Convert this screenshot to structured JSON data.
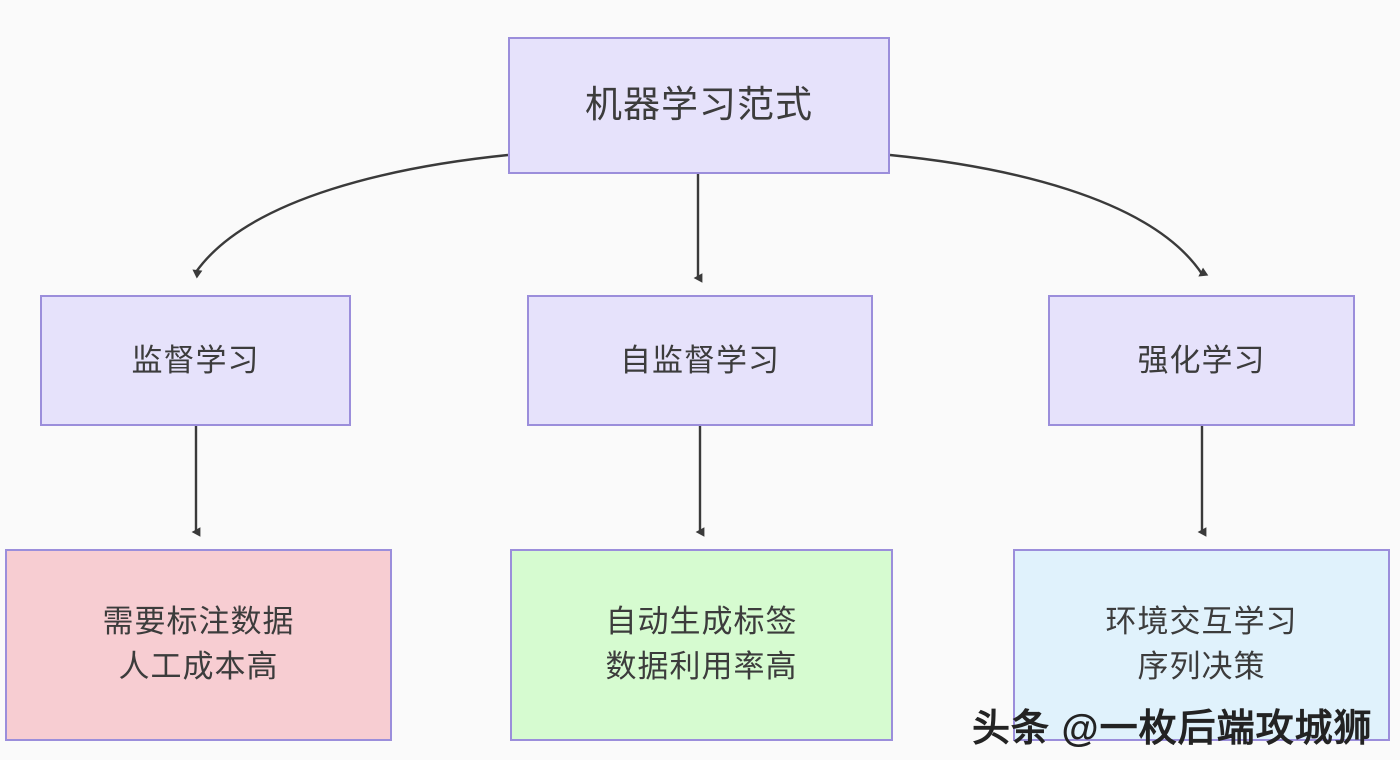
{
  "diagram": {
    "title": "机器学习范式",
    "background_color": "#fafafa",
    "node_border_color": "#9b8edb",
    "nodes": {
      "root": {
        "label": "机器学习范式",
        "fill": "#e6e2fb"
      },
      "tier2": [
        {
          "id": "supervised",
          "label": "监督学习",
          "fill": "#e6e2fb"
        },
        {
          "id": "self-supervised",
          "label": "自监督学习",
          "fill": "#e6e2fb"
        },
        {
          "id": "reinforcement",
          "label": "强化学习",
          "fill": "#e6e2fb"
        }
      ],
      "tier3": [
        {
          "id": "supervised-detail",
          "line1": "需要标注数据",
          "line2": "人工成本高",
          "fill": "#f7cdd2"
        },
        {
          "id": "self-supervised-detail",
          "line1": "自动生成标签",
          "line2": "数据利用率高",
          "fill": "#d6fbd0"
        },
        {
          "id": "reinforcement-detail",
          "line1": "环境交互学习",
          "line2": "序列决策",
          "fill": "#e0f2fc"
        }
      ]
    },
    "edges": [
      {
        "from": "机器学习范式",
        "to": "监督学习",
        "style": "curved-arrow"
      },
      {
        "from": "机器学习范式",
        "to": "自监督学习",
        "style": "straight-arrow"
      },
      {
        "from": "机器学习范式",
        "to": "强化学习",
        "style": "curved-arrow"
      },
      {
        "from": "监督学习",
        "to": "需要标注数据",
        "style": "straight-arrow"
      },
      {
        "from": "自监督学习",
        "to": "自动生成标签",
        "style": "straight-arrow"
      },
      {
        "from": "强化学习",
        "to": "环境交互学习",
        "style": "straight-arrow"
      }
    ]
  },
  "watermark": {
    "text": "头条 @一枚后端攻城狮"
  }
}
